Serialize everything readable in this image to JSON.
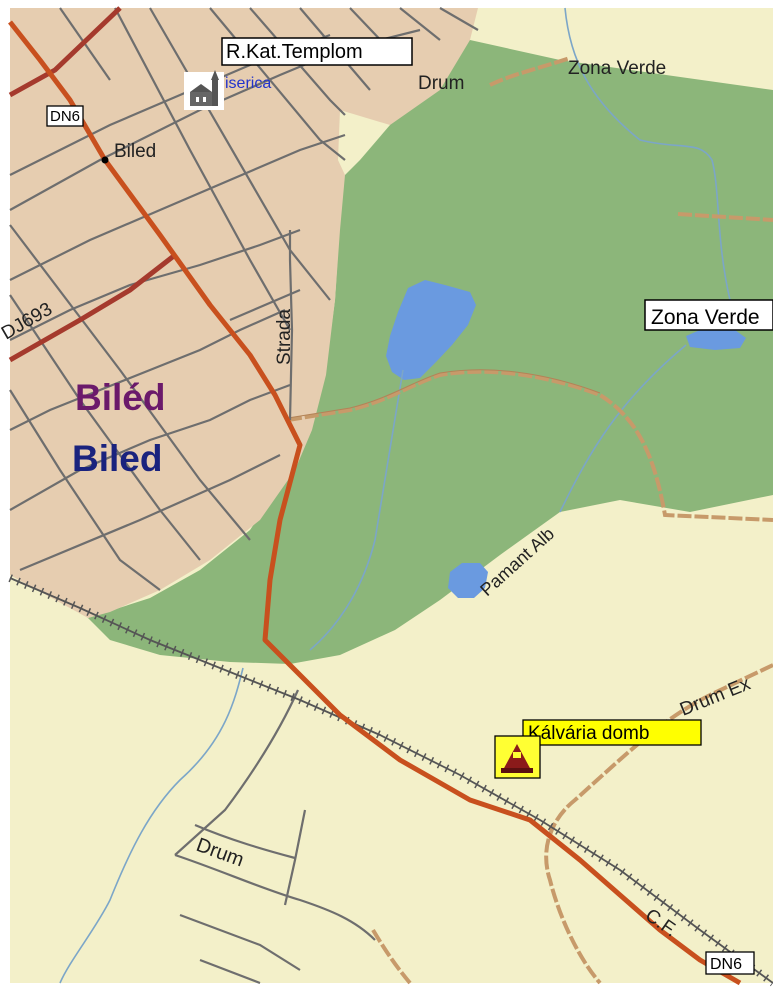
{
  "map": {
    "colors": {
      "town": "#e6cdb0",
      "forest": "#8cb67a",
      "field": "#f3f0c9",
      "water": "#6a9ae0",
      "main_road": "#c8501e",
      "secondary_road": "#a53a2d",
      "street": "#6e6e6e",
      "track": "#c79a6a",
      "creek": "#7ca6c8",
      "railway": "#555555"
    },
    "labels": {
      "church_name": "R.Kat.Templom",
      "church_type": "iserica",
      "road_dn6_top": "DN6",
      "road_dn6_bottom": "DN6",
      "town_village": "Biled",
      "county_road": "DJ693",
      "street_strada": "Strada",
      "town_hu": "Biléd",
      "town_ro": "Biled",
      "drum_top": "Drum",
      "zona_verde_top": "Zona Verde",
      "zona_verde_right": "Zona Verde",
      "pamant_alb": "Pamant Alb",
      "drum_ex": "Drum Ex",
      "kalvaria": "Kálvária domb",
      "drum_bottom": "Drum",
      "railway_cf": "C.F."
    },
    "icons": {
      "church": "church-icon",
      "monument": "monument-icon"
    }
  }
}
